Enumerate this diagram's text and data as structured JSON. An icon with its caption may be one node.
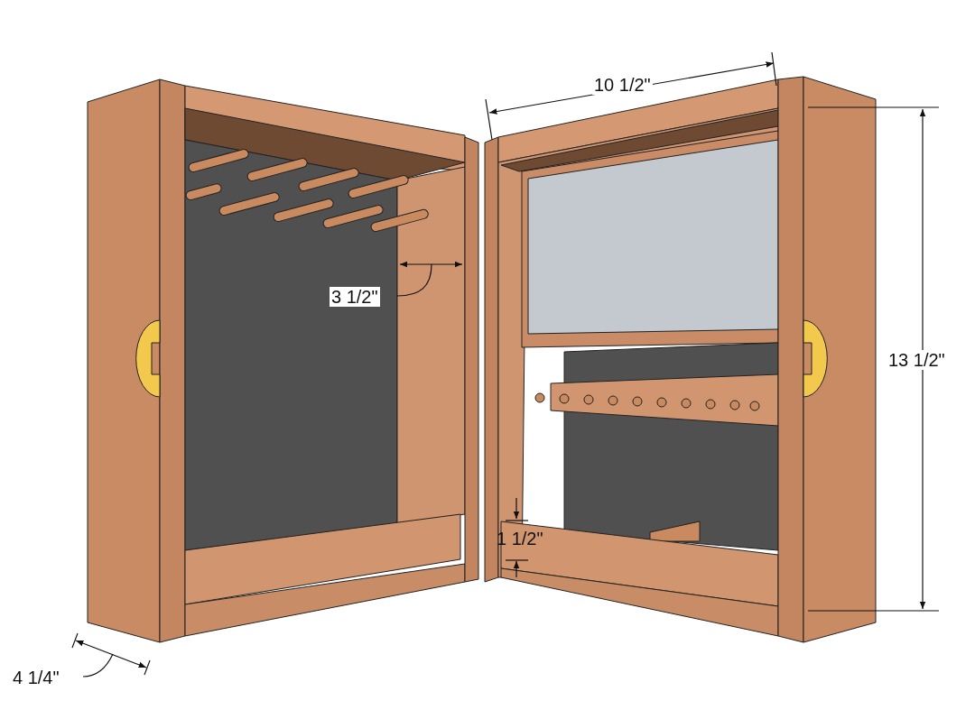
{
  "diagram": {
    "labels": [
      "10 1/2\"",
      "3 1/2\"",
      "13 1/2\"",
      "1 1/2\"",
      "4 1/4\""
    ]
  }
}
